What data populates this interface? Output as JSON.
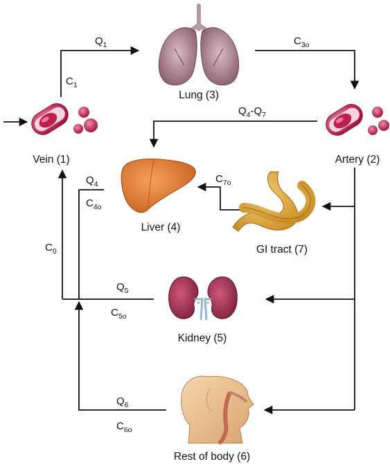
{
  "organs": {
    "lung": "Lung (3)",
    "vein": "Vein (1)",
    "artery": "Artery (2)",
    "liver": "Liver (4)",
    "gi": "GI tract (7)",
    "kidney": "Kidney (5)",
    "rest": "Rest of body (6)"
  },
  "flows": {
    "q1": {
      "base": "Q",
      "sub": "1"
    },
    "q4q7": {
      "base1": "Q",
      "sub1": "4",
      "dash": "-",
      "base2": "Q",
      "sub2": "7"
    },
    "q4": {
      "base": "Q",
      "sub": "4"
    },
    "q5": {
      "base": "Q",
      "sub": "5"
    },
    "q6": {
      "base": "Q",
      "sub": "6"
    }
  },
  "concentrations": {
    "c1": {
      "base": "C",
      "sub": "1"
    },
    "c3o": {
      "base": "C",
      "sub": "3o"
    },
    "c7o": {
      "base": "C",
      "sub": "7o"
    },
    "c4o": {
      "base": "C",
      "sub": "4o"
    },
    "c0": {
      "base": "C",
      "sub": "0"
    },
    "c5o": {
      "base": "C",
      "sub": "5o"
    },
    "c6o": {
      "base": "C",
      "sub": "6o"
    }
  },
  "colors": {
    "line": "#111111",
    "vessel": "#c8235a",
    "vessel_light": "#f2c4d6",
    "lung": "#a78290",
    "liver": "#d9742c",
    "stomach": "#e0ab3c",
    "kidney": "#9a2c4a",
    "skin": "#e8c08c"
  }
}
